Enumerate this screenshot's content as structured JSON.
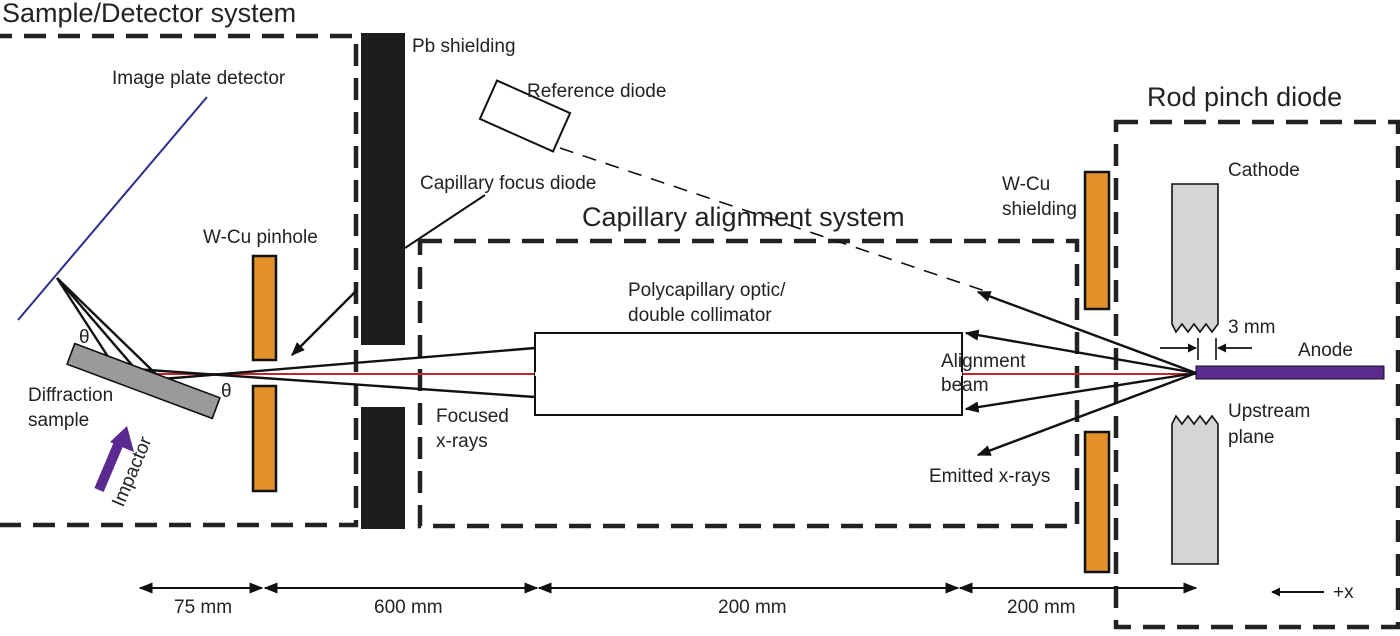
{
  "titles": {
    "sample_detector": "Sample/Detector system",
    "rod_pinch": "Rod pinch diode",
    "capillary_system": "Capillary alignment system"
  },
  "labels": {
    "pb_shielding": "Pb shielding",
    "image_plate": "Image plate detector",
    "reference_diode": "Reference diode",
    "capillary_focus_diode": "Capillary focus diode",
    "wcu_pinhole": "W-Cu pinhole",
    "wcu_shielding_1": "W-Cu",
    "wcu_shielding_2": "shielding",
    "cathode": "Cathode",
    "polycap_1": "Polycapillary optic/",
    "polycap_2": "double collimator",
    "three_mm": "3 mm",
    "anode": "Anode",
    "alignment_1": "Alignment",
    "alignment_2": "beam",
    "upstream_1": "Upstream",
    "upstream_2": "plane",
    "diffraction_1": "Diffraction",
    "diffraction_2": "sample",
    "focused_1": "Focused",
    "focused_2": "x-rays",
    "emitted": "Emitted x-rays",
    "impactor": "Impactor",
    "theta_1": "θ",
    "theta_2": "θ"
  },
  "dimensions": {
    "d1": "75 mm",
    "d2": "600 mm",
    "d3": "200 mm",
    "d4": "200 mm",
    "plus_x": "+x"
  },
  "colors": {
    "shield_orange": "#E2902A",
    "beam_red": "#C0272D",
    "anode_purple": "#5B2A91",
    "impactor_purple": "#5B2A91",
    "detector_blue": "#2B2E8C",
    "sample_gray": "#9A9A9A",
    "cathode_gray": "#D5D5D5"
  }
}
